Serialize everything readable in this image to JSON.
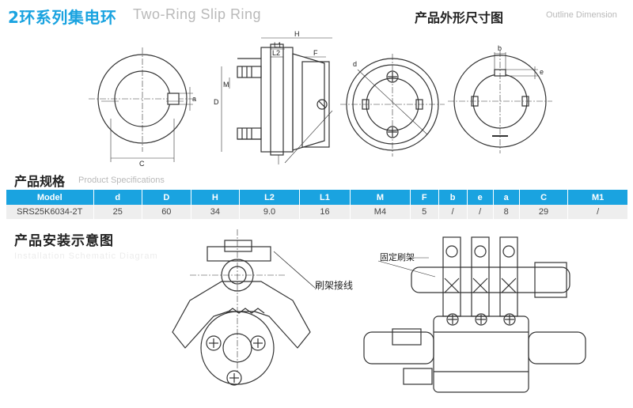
{
  "header": {
    "title_cn": "2环系列集电环",
    "title_en": "Two-Ring Slip Ring",
    "dimension_cn": "产品外形尺寸图",
    "dimension_en": "Outline Dimension"
  },
  "dimension_labels": {
    "H": "H",
    "L1": "L1",
    "L2": "L2",
    "F": "F",
    "M": "M",
    "D": "D",
    "d": "d",
    "C": "C",
    "a": "a",
    "b": "b",
    "e": "e"
  },
  "specs": {
    "title_cn": "产品规格",
    "title_en": "Product Specifications",
    "columns": [
      "Model",
      "d",
      "D",
      "H",
      "L2",
      "L1",
      "M",
      "F",
      "b",
      "e",
      "a",
      "C",
      "M1"
    ],
    "rows": [
      [
        "SRS25K6034-2T",
        "25",
        "60",
        "34",
        "9.0",
        "16",
        "M4",
        "5",
        "/",
        "/",
        "8",
        "29",
        "/"
      ]
    ]
  },
  "installation": {
    "title_cn": "产品安装示意图",
    "title_en": "Installation Schematic Diagram",
    "callout_brush_wire": "刷架接线",
    "callout_fixed_brush": "固定刷架"
  },
  "colors": {
    "accent": "#1aa3e0",
    "table_row": "#eeeeee",
    "line": "#333333"
  }
}
